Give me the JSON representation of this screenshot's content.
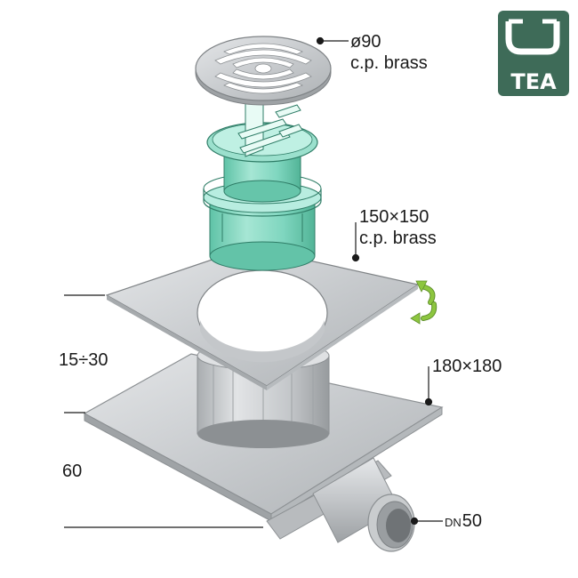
{
  "logo": {
    "text": "TEA",
    "color": "#3e6b58"
  },
  "callouts": {
    "grate": {
      "size": "ø90",
      "material": "c.p. brass"
    },
    "plate": {
      "size": "150×150",
      "material": "c.p. brass"
    },
    "base": {
      "size": "180×180"
    },
    "outlet": {
      "prefix": "DN",
      "size": "50"
    }
  },
  "dimensions": {
    "adjust_range": "15÷30",
    "depth": "60"
  },
  "colors": {
    "insert": "#7fd6bf",
    "steel": "#c9ccce",
    "arrow": "#8dc63f"
  },
  "icons": [
    "rotate-arrows-icon",
    "tea-logo-icon"
  ]
}
